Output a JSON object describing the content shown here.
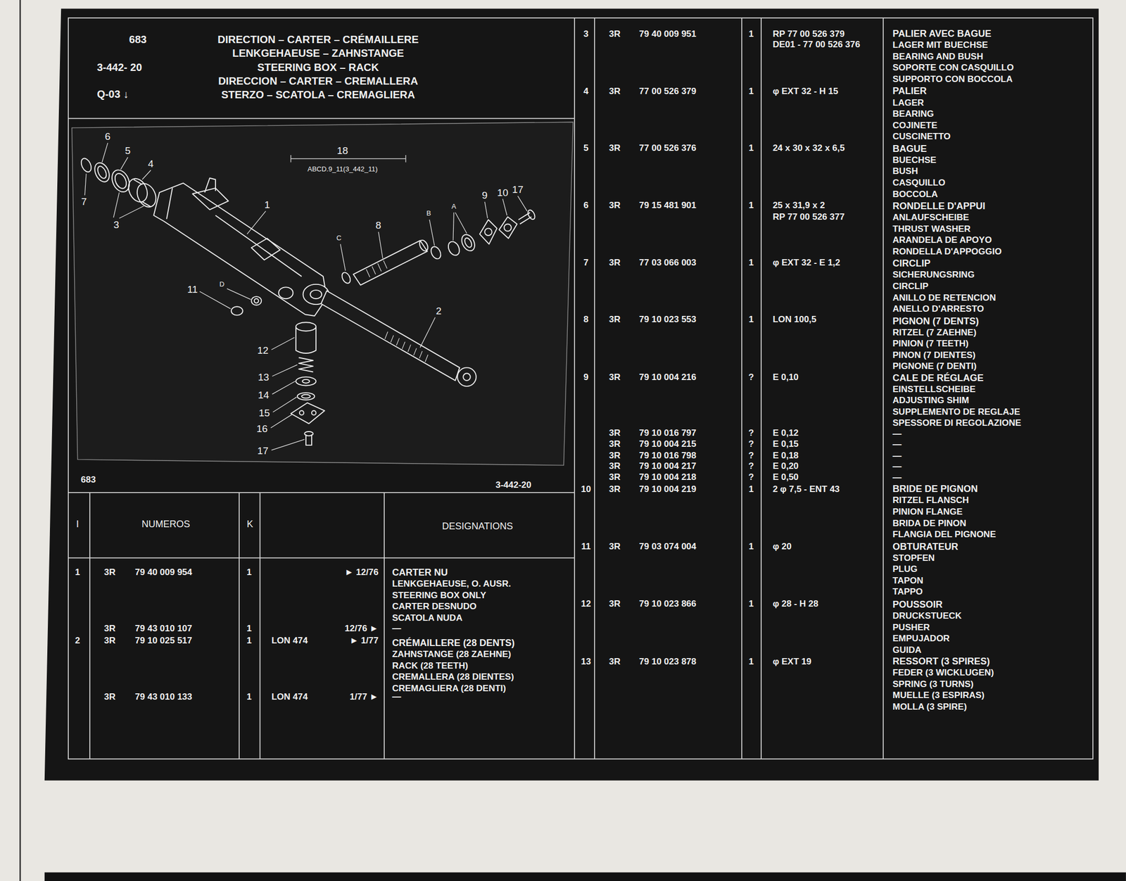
{
  "diagram": {
    "title": "DIRECTION – CARTER – CRÉMAILLERE",
    "labels": [
      "683",
      "3-442- 20",
      "Q-03 ↓",
      "LENKGEHAEUSE – ZAHNSTANGE",
      "STEERING BOX – RACK",
      "DIRECCION – CARTER – CREMALLERA",
      "STERZO – SCATOLA – CREMAGLIERA",
      "6",
      "5",
      "4",
      "7",
      "3",
      "1",
      "18",
      "ABCD.9_11(3_442_11)",
      "C",
      "8",
      "B",
      "A",
      "9",
      "10",
      "17",
      "2",
      "D",
      "11",
      "12",
      "13",
      "14",
      "15",
      "16",
      "17",
      "683",
      "3-442-20",
      "I",
      "NUMEROS",
      "K",
      "DESIGNATIONS",
      "1",
      "3R",
      "79 40 009 954",
      "1",
      "► 12/76",
      "CARTER NU",
      "LENKGEHAEUSE, O. AUSR.",
      "STEERING BOX ONLY",
      "CARTER DESNUDO",
      "SCATOLA NUDA",
      "3R",
      "79 43 010 107",
      "1",
      "12/76 ►",
      "—",
      "2",
      "3R",
      "79 10 025 517",
      "1",
      "LON 474",
      "► 1/77",
      "CRÉMAILLERE (28 DENTS)",
      "ZAHNSTANGE (28 ZAEHNE)",
      "RACK (28 TEETH)",
      "CREMALLERA (28 DIENTES)",
      "CREMAGLIERA (28 DENTI)",
      "3R",
      "79 43 010 133",
      "1",
      "LON 474",
      "1/77 ►",
      "—",
      "3",
      "3R",
      "79 40 009 951",
      "1",
      "RP 77 00 526 379",
      "DE01 - 77 00 526 376",
      "PALIER AVEC BAGUE",
      "LAGER MIT BUECHSE",
      "BEARING AND BUSH",
      "SOPORTE CON CASQUILLO",
      "SUPPORTO CON BOCCOLA",
      "4",
      "3R",
      "77 00 526 379",
      "1",
      "φ EXT 32 - H 15",
      "PALIER",
      "LAGER",
      "BEARING",
      "COJINETE",
      "CUSCINETTO",
      "5",
      "3R",
      "77 00 526 376",
      "1",
      "24 x 30 x 32 x 6,5",
      "BAGUE",
      "BUECHSE",
      "BUSH",
      "CASQUILLO",
      "BOCCOLA",
      "6",
      "3R",
      "79 15 481 901",
      "1",
      "25 x 31,9 x 2",
      "RP 77 00 526 377",
      "RONDELLE D'APPUI",
      "ANLAUFSCHEIBE",
      "THRUST WASHER",
      "ARANDELA DE APOYO",
      "RONDELLA D'APPOGGIO",
      "7",
      "3R",
      "77 03 066 003",
      "1",
      "φ EXT 32 - E 1,2",
      "CIRCLIP",
      "SICHERUNGSRING",
      "CIRCLIP",
      "ANILLO DE RETENCION",
      "ANELLO D'ARRESTO",
      "8",
      "3R",
      "79 10 023 553",
      "1",
      "LON 100,5",
      "PIGNON (7 DENTS)",
      "RITZEL (7 ZAEHNE)",
      "PINION (7 TEETH)",
      "PINON (7 DIENTES)",
      "PIGNONE (7 DENTI)",
      "9",
      "3R",
      "79 10 004 216",
      "?",
      "E 0,10",
      "CALE DE RÉGLAGE",
      "EINSTELLSCHEIBE",
      "ADJUSTING SHIM",
      "SUPPLEMENTO DE REGLAJE",
      "SPESSORE DI REGOLAZIONE",
      "3R",
      "79 10 016 797",
      "?",
      "E 0,12",
      "—",
      "3R",
      "79 10 004 215",
      "?",
      "E 0,15",
      "—",
      "3R",
      "79 10 016 798",
      "?",
      "E 0,18",
      "—",
      "3R",
      "79 10 004 217",
      "?",
      "E 0,20",
      "—",
      "3R",
      "79 10 004 218",
      "?",
      "E 0,50",
      "—",
      "10",
      "3R",
      "79 10 004 219",
      "1",
      "2 φ 7,5 - ENT 43",
      "BRIDE DE PIGNON",
      "RITZEL FLANSCH",
      "PINION FLANGE",
      "BRIDA DE PINON",
      "FLANGIA DEL PIGNONE",
      "11",
      "3R",
      "79 03 074 004",
      "1",
      "φ 20",
      "OBTURATEUR",
      "STOPFEN",
      "PLUG",
      "TAPON",
      "TAPPO",
      "12",
      "3R",
      "79 10 023 866",
      "1",
      "φ 28 - H 28",
      "POUSSOIR",
      "DRUCKSTUECK",
      "PUSHER",
      "EMPUJADOR",
      "GUIDA",
      "13",
      "3R",
      "79 10 023 878",
      "1",
      "φ EXT 19",
      "RESSORT (3 SPIRES)",
      "FEDER (3 WICKLUGEN)",
      "SPRING (3 TURNS)",
      "MUELLE (3 ESPIRAS)",
      "MOLLA (3 SPIRE)"
    ]
  }
}
